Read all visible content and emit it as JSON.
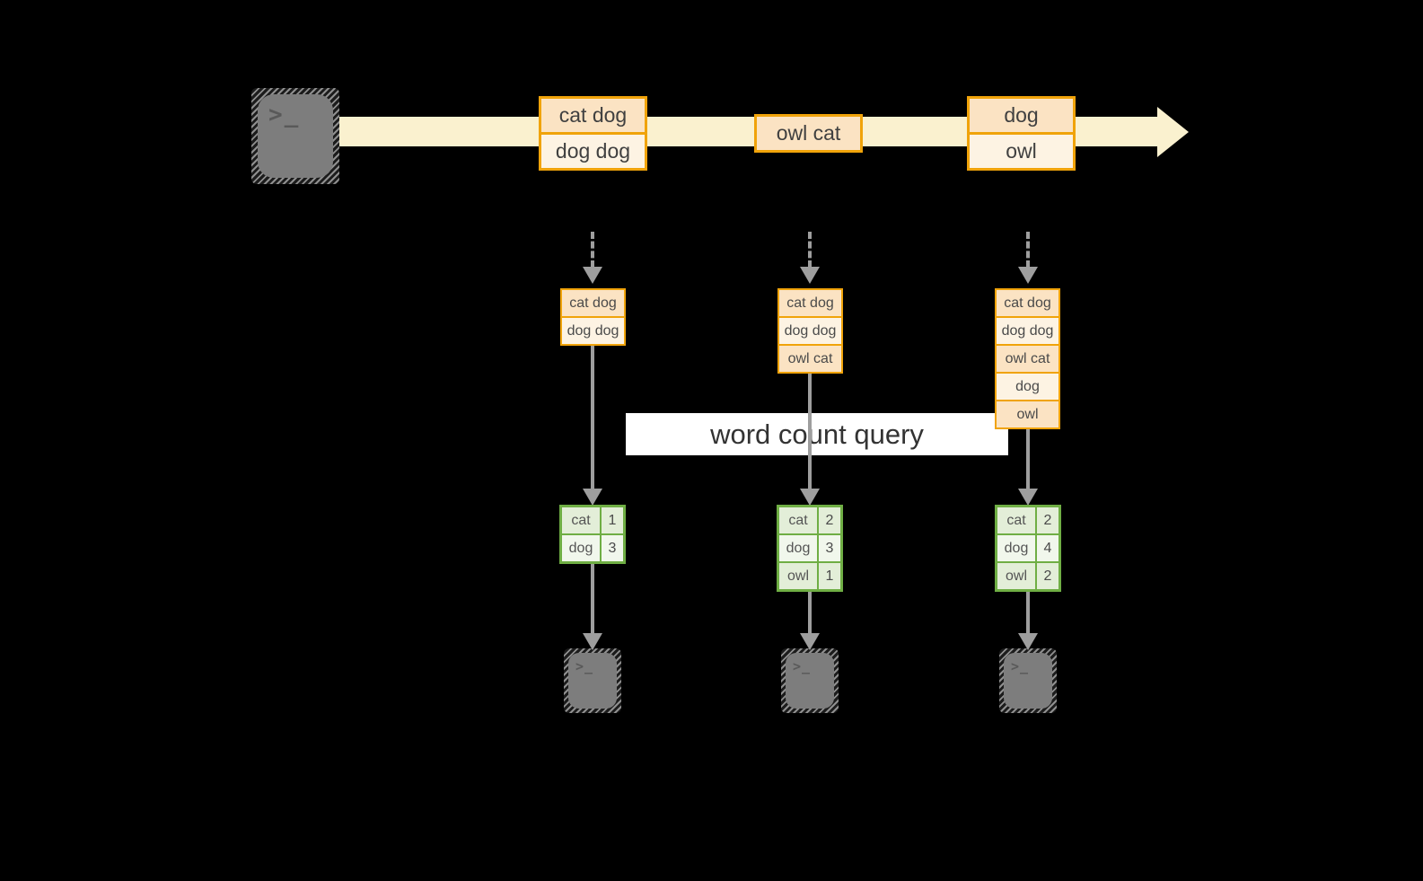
{
  "banner": {
    "label": "word count query"
  },
  "terminal_prompt": ">_",
  "stream": {
    "event_boxes": [
      {
        "rows": [
          "cat dog",
          "dog dog"
        ]
      },
      {
        "rows": [
          "owl cat"
        ]
      },
      {
        "rows": [
          "dog",
          "owl"
        ]
      }
    ]
  },
  "columns": [
    {
      "batch": {
        "rows": [
          "cat dog",
          "dog dog"
        ]
      },
      "counts": {
        "rows": [
          {
            "word": "cat",
            "count": 1
          },
          {
            "word": "dog",
            "count": 3
          }
        ]
      }
    },
    {
      "batch": {
        "rows": [
          "cat dog",
          "dog dog",
          "owl cat"
        ]
      },
      "counts": {
        "rows": [
          {
            "word": "cat",
            "count": 2
          },
          {
            "word": "dog",
            "count": 3
          },
          {
            "word": "owl",
            "count": 1
          }
        ]
      }
    },
    {
      "batch": {
        "rows": [
          "cat dog",
          "dog dog",
          "owl cat",
          "dog",
          "owl"
        ]
      },
      "counts": {
        "rows": [
          {
            "word": "cat",
            "count": 2
          },
          {
            "word": "dog",
            "count": 4
          },
          {
            "word": "owl",
            "count": 2
          }
        ]
      }
    }
  ],
  "colors": {
    "background": "#000000",
    "stream_band": "#faf1cf",
    "accent_gold": "#f0a30a",
    "peach_dark": "#fbe3c3",
    "peach_light": "#fdf3e3",
    "green_border": "#6fae44",
    "green_cell_dark": "#e3eed8",
    "green_cell_light": "#f1f7ec",
    "arrow_gray": "#9e9e9e",
    "terminal_gray": "#7d7d7d",
    "banner_bg": "#ffffff"
  }
}
